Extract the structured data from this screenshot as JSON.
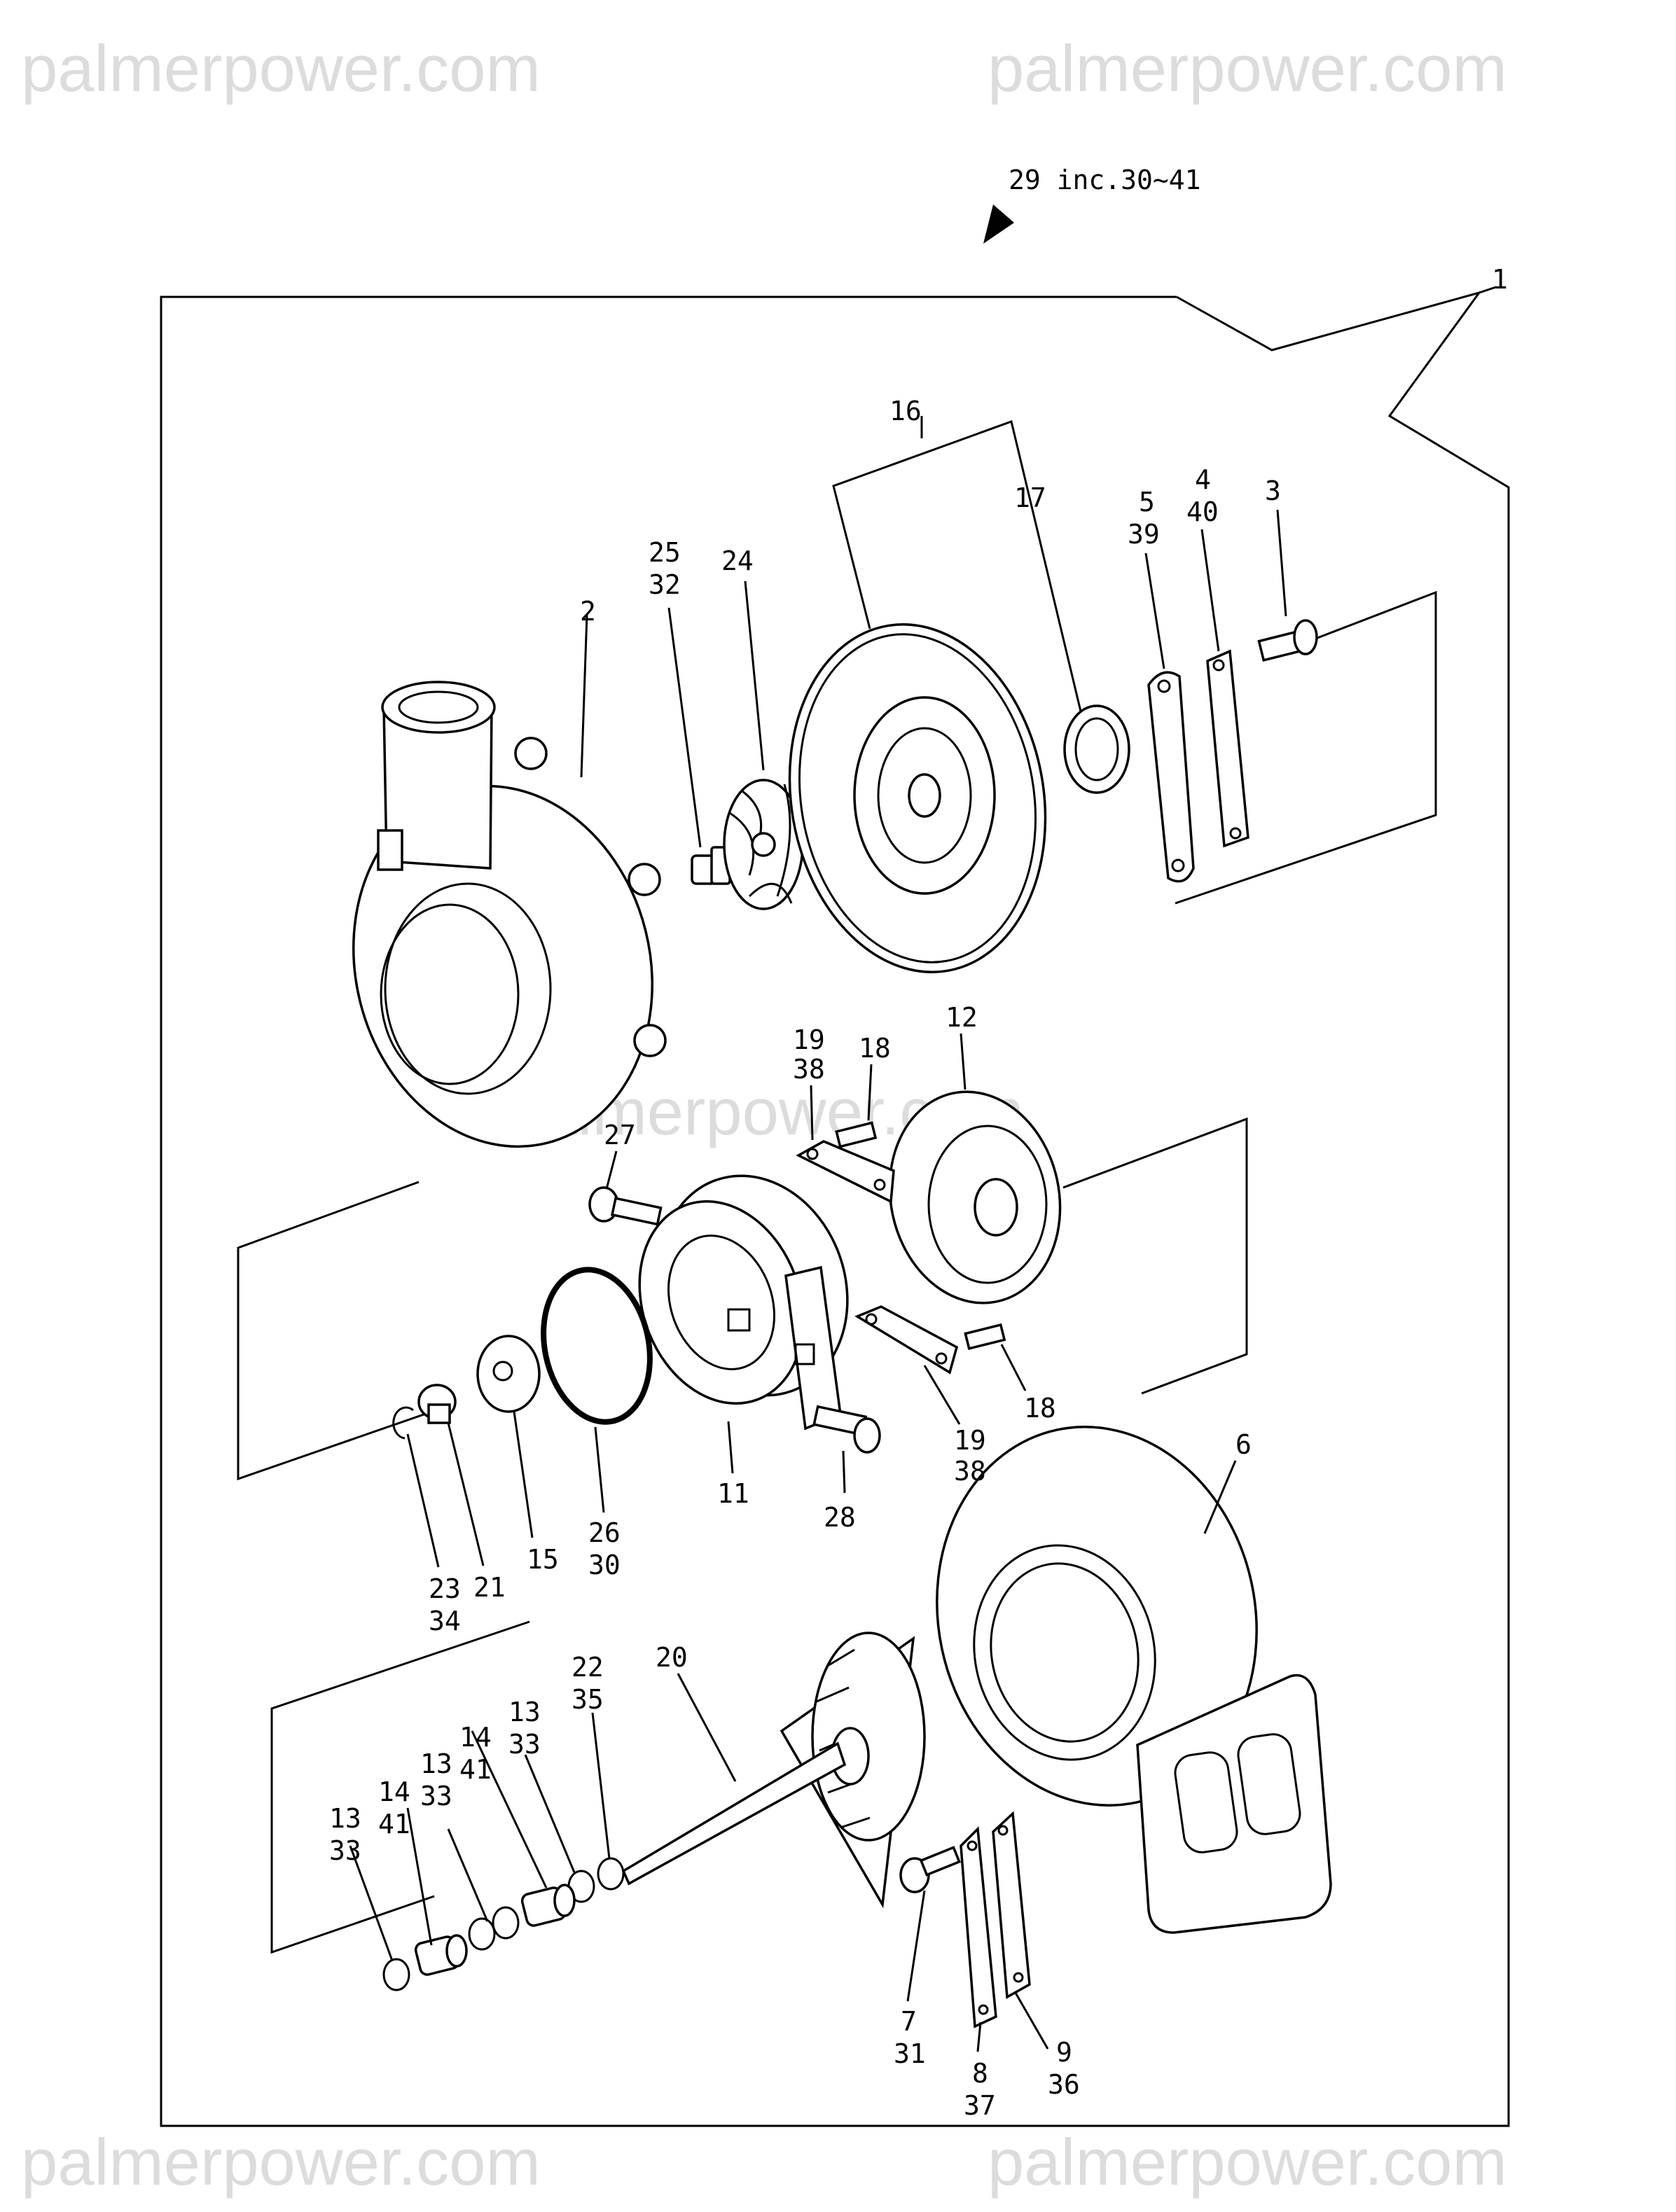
{
  "watermark": {
    "top_left": "palmerpower.com",
    "top_right": "palmerpower.com",
    "center": "palmerpower.com",
    "bottom_left": "palmerpower.com",
    "bottom_right": "palmerpower.com"
  },
  "assembly_note": "29 inc.30~41",
  "callouts": {
    "c1": "1",
    "c2": "2",
    "c3": "3",
    "c4": "4",
    "c40": "40",
    "c5": "5",
    "c39": "39",
    "c16": "16",
    "c17": "17",
    "c24": "24",
    "c25": "25",
    "c32": "32",
    "c12": "12",
    "c18a": "18",
    "c19a": "19",
    "c38a": "38",
    "c27": "27",
    "c18b": "18",
    "c19b": "19",
    "c38b": "38",
    "c11": "11",
    "c28": "28",
    "c26": "26",
    "c30": "30",
    "c15": "15",
    "c21": "21",
    "c23": "23",
    "c34": "34",
    "c6": "6",
    "c20": "20",
    "c22": "22",
    "c35": "35",
    "c13a": "13",
    "c33a": "33",
    "c14a": "14",
    "c41a": "41",
    "c13b": "13",
    "c33b": "33",
    "c14b": "14",
    "c41b": "41",
    "c13c": "13",
    "c33c": "33",
    "c7": "7",
    "c31": "31",
    "c8": "8",
    "c37": "37",
    "c9": "9",
    "c36": "36"
  }
}
